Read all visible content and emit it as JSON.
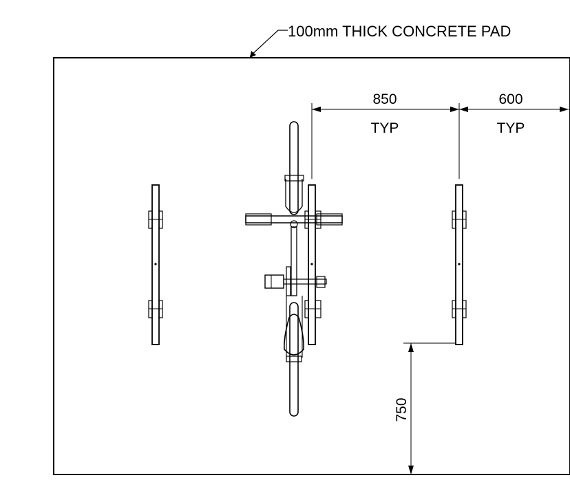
{
  "drawing": {
    "pad_note": "100mm THICK CONCRETE PAD",
    "dim_rack_spacing": {
      "value": "850",
      "note": "TYP"
    },
    "dim_end_clearance": {
      "value": "600",
      "note": "TYP"
    },
    "dim_rear_clearance": {
      "value": "750"
    }
  }
}
